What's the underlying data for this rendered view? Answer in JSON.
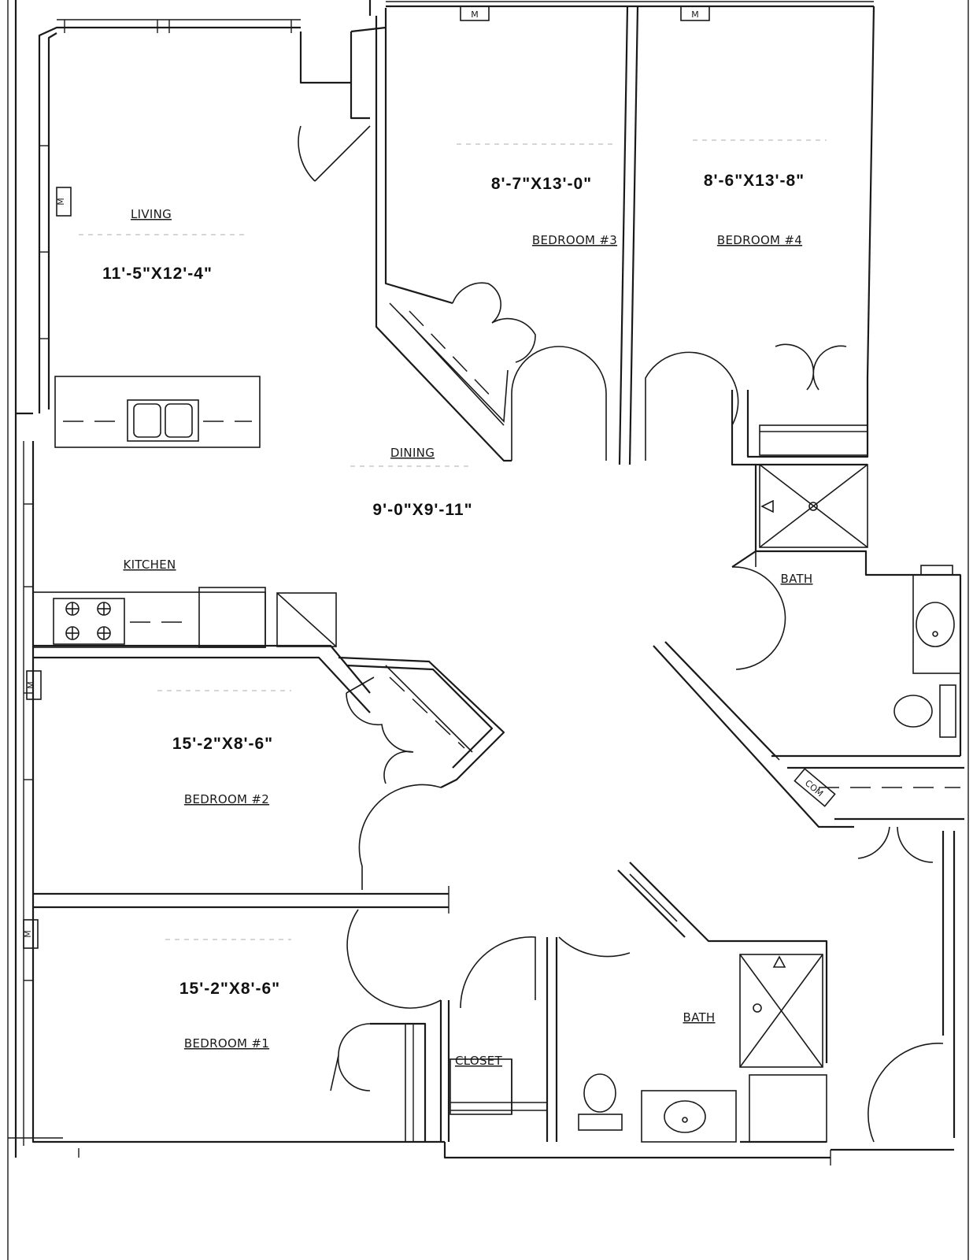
{
  "rooms": {
    "living": {
      "name": "LIVING",
      "size": "11'-5\"X12'-4\""
    },
    "bedroom3": {
      "name": "BEDROOM #3",
      "size": "8'-7\"X13'-0\""
    },
    "bedroom4": {
      "name": "BEDROOM #4",
      "size": "8'-6\"X13'-8\""
    },
    "dining": {
      "name": "DINING",
      "size": "9'-0\"X9'-11\""
    },
    "kitchen": {
      "name": "KITCHEN"
    },
    "bath_upper": {
      "name": "BATH"
    },
    "bedroom2": {
      "name": "BEDROOM #2",
      "size": "15'-2\"X8'-6\""
    },
    "bedroom1": {
      "name": "BEDROOM #1",
      "size": "15'-2\"X8'-6\""
    },
    "closet": {
      "name": "CLOSET"
    },
    "bath_lower": {
      "name": "BATH"
    }
  },
  "tags": {
    "mechanical": "M",
    "communications": "COM"
  }
}
